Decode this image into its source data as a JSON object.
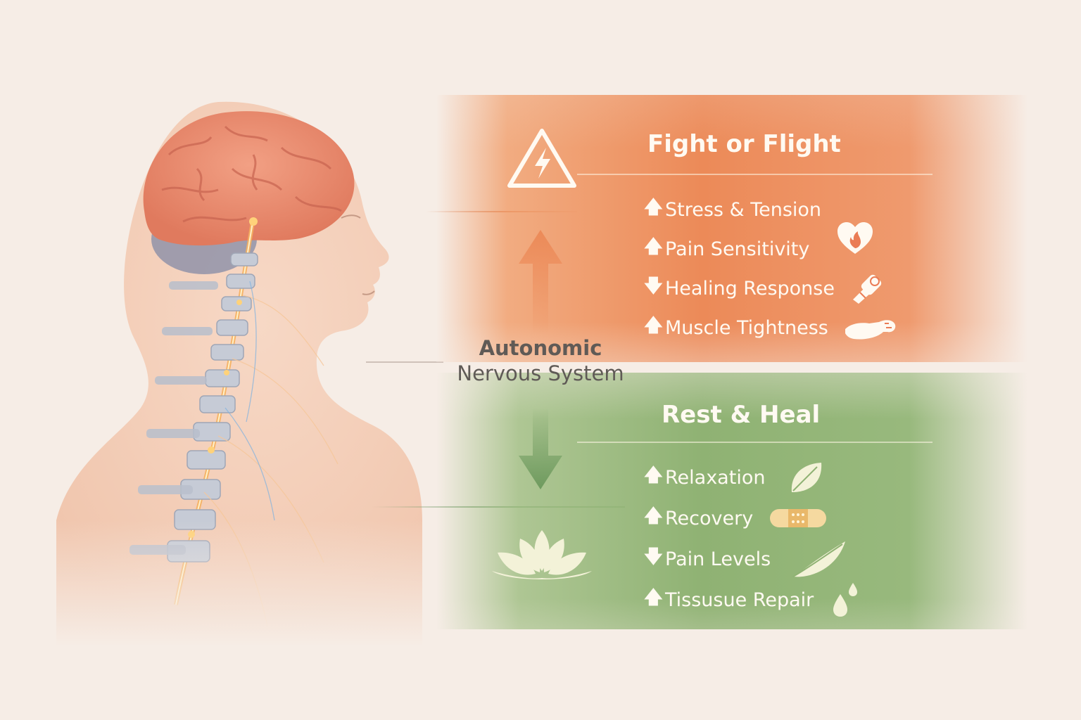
{
  "center": {
    "title": "Autonomic",
    "subtitle": "Nervous System"
  },
  "fight": {
    "title": "Fight or Flight",
    "icon": "warning-lightning-icon",
    "items": [
      {
        "arrow": "🡅",
        "direction": "up",
        "label": "Stress & Tension",
        "icon": "none"
      },
      {
        "arrow": "🡅",
        "direction": "up",
        "label": "Pain Sensitivity",
        "icon": "heart-flame-icon"
      },
      {
        "arrow": "🡇",
        "direction": "down",
        "label": "Healing Response",
        "icon": "bandaged-arm-icon"
      },
      {
        "arrow": "🡅",
        "direction": "up",
        "label": "Muscle Tightness",
        "icon": "clenched-arm-icon"
      }
    ]
  },
  "rest": {
    "title": "Rest & Heal",
    "icon": "lotus-icon",
    "items": [
      {
        "arrow": "🡅",
        "direction": "up",
        "label": "Relaxation",
        "icon": "leaf-icon"
      },
      {
        "arrow": "🡅",
        "direction": "up",
        "label": "Recovery",
        "icon": "bandage-icon"
      },
      {
        "arrow": "🡇",
        "direction": "down",
        "label": "Pain Levels",
        "icon": "feather-icon"
      },
      {
        "arrow": "🡅",
        "direction": "up",
        "label": "Tissusue Repair",
        "icon": "water-drops-icon"
      }
    ]
  },
  "colors": {
    "fight_panel": "#ec8a58",
    "rest_panel": "#8fb273",
    "background": "#f6ede6",
    "brain": "#e98a6f",
    "text_light": "#fffaf2",
    "text_dark": "#5f5a56"
  }
}
